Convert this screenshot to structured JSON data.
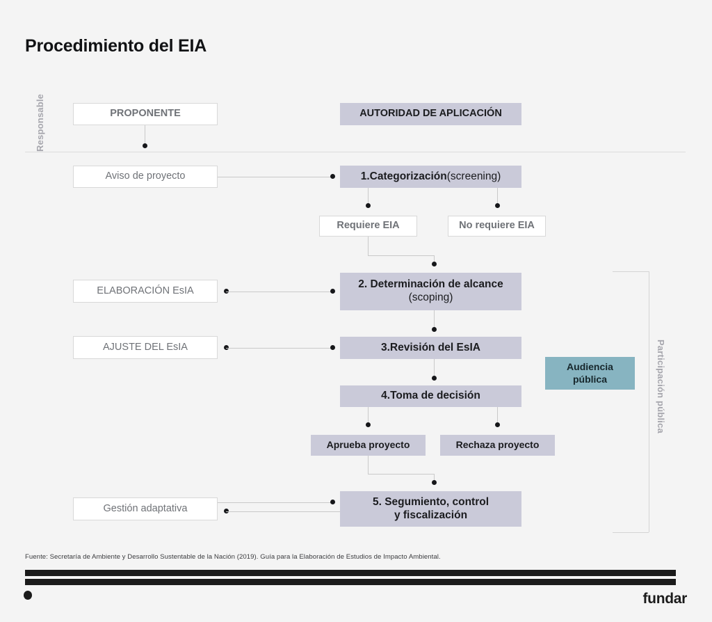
{
  "page": {
    "title": "Procedimiento del EIA",
    "background": "#f4f4f4"
  },
  "axis_labels": {
    "responsable": "Responsable",
    "participacion": "Participación pública"
  },
  "colors": {
    "lavender": "#cacad9",
    "teal": "#87b4c1",
    "white_box": "#ffffff",
    "box_border": "#d8d8d8",
    "connector": "#c9c9c9",
    "dot": "#16171a",
    "bar": "#1b1b1b",
    "muted_text": "#6f7277",
    "axis_label": "#a6a6ad"
  },
  "header_row": {
    "proponente": "PROPONENTE",
    "autoridad": "AUTORIDAD DE APLICACIÓN"
  },
  "left_column": [
    {
      "label": "Aviso de proyecto"
    },
    {
      "label": "ELABORACIÓN EsIA"
    },
    {
      "label": "AJUSTE DEL EsIA"
    },
    {
      "label": "Gestión adaptativa"
    }
  ],
  "steps": [
    {
      "number": "1.",
      "title": "Categorización",
      "note": " (screening)"
    },
    {
      "number": "2. ",
      "title": "Determinación de alcance",
      "note": "(scoping)"
    },
    {
      "number": "3. ",
      "title": "Revisión del EsIA",
      "note": ""
    },
    {
      "number": "4. ",
      "title": "Toma de decisión",
      "note": ""
    },
    {
      "number": "5. ",
      "title": "Segumiento, control",
      "note": "y fiscalización"
    }
  ],
  "outcomes": {
    "requiere_eia": "Requiere EIA",
    "no_requiere_eia": "No requiere EIA",
    "aprueba": "Aprueba proyecto",
    "rechaza": "Rechaza proyecto"
  },
  "public_hearing": {
    "line1": "Audiencia",
    "line2": "pública"
  },
  "footer": {
    "source": "Fuente: Secretaría de Ambiente y Desarrollo Sustentable de la Nación (2019). Guía para la Elaboración de Estudios de Impacto Ambiental.",
    "brand": "fundar"
  }
}
